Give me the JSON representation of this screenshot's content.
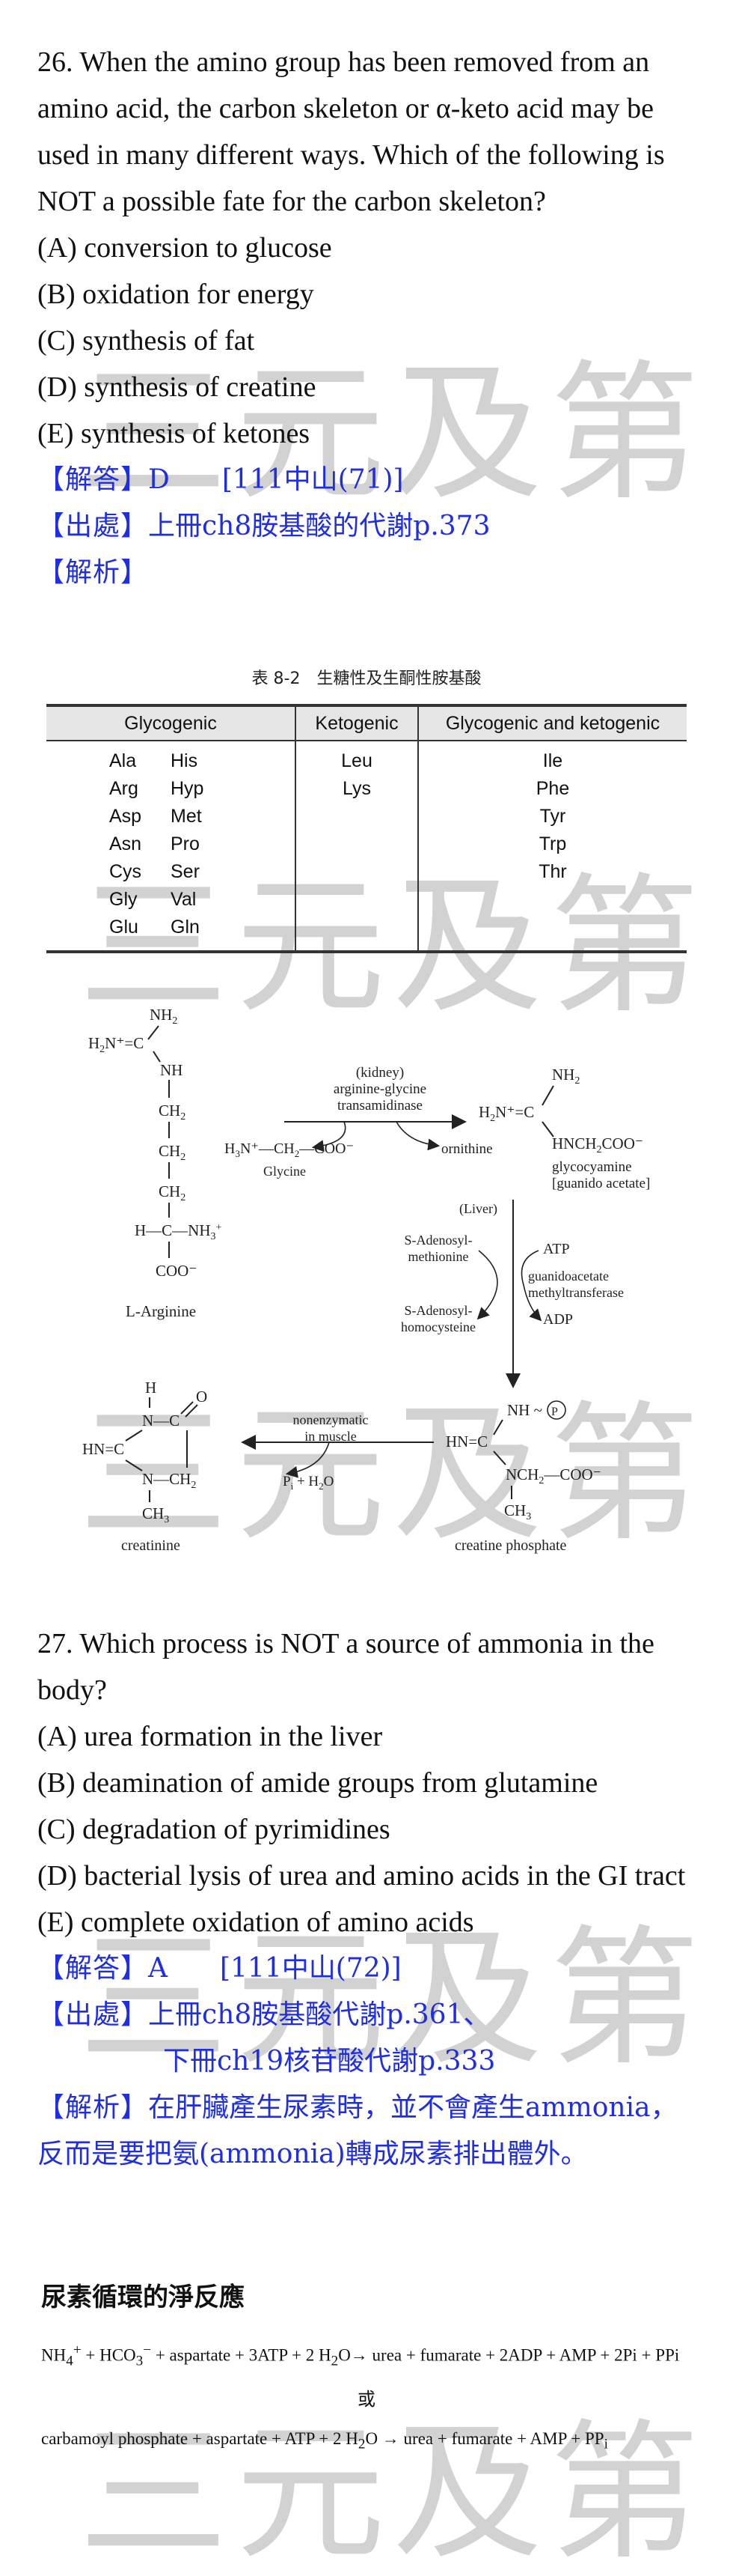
{
  "watermark": "三元及第",
  "q26": {
    "stem": "26. When the amino group has been removed from an amino acid, the carbon skeleton or α-keto acid may be used in many different ways. Which of the following is NOT a possible fate for the carbon skeleton?",
    "options": [
      "(A) conversion to glucose",
      "(B) oxidation for energy",
      "(C) synthesis of fat",
      "(D) synthesis of creatine",
      "(E) synthesis of ketones"
    ],
    "answer_tag": "【解答】",
    "answer": "D",
    "answer_ref": "[111中山(71)]",
    "source_tag": "【出處】",
    "source": "上冊ch8胺基酸的代謝p.373",
    "explain_tag": "【解析】"
  },
  "table": {
    "caption": "表 8-2　生糖性及生酮性胺基酸",
    "headers": [
      "Glycogenic",
      "Ketogenic",
      "Glycogenic and ketogenic"
    ],
    "glycogenic": [
      [
        "Ala",
        "His"
      ],
      [
        "Arg",
        "Hyp"
      ],
      [
        "Asp",
        "Met"
      ],
      [
        "Asn",
        "Pro"
      ],
      [
        "Cys",
        "Ser"
      ],
      [
        "Gly",
        "Val"
      ],
      [
        "Glu",
        "Gln"
      ]
    ],
    "ketogenic": [
      "Leu",
      "Lys"
    ],
    "both": [
      "Ile",
      "Phe",
      "Tyr",
      "Trp",
      "Thr"
    ]
  },
  "diagram": {
    "arginine": "L-Arginine",
    "enzyme1_site": "(kidney)",
    "enzyme1_a": "arginine-glycine",
    "enzyme1_b": "transamidinase",
    "glycine": "Glycine",
    "ornithine": "ornithine",
    "glycocyamine_a": "glycocyamine",
    "glycocyamine_b": "[guanido acetate]",
    "liver": "(Liver)",
    "sam_a": "S-Adenosyl-",
    "sam_b": "methionine",
    "sah_a": "S-Adenosyl-",
    "sah_b": "homocysteine",
    "atp": "ATP",
    "adp": "ADP",
    "enzyme2_a": "guanidoacetate",
    "enzyme2_b": "methyltransferase",
    "nonenz_a": "nonenzymatic",
    "nonenz_b": "in muscle",
    "creatine_phosphate": "creatine phosphate",
    "creatinine": "creatinine"
  },
  "q27": {
    "stem": "27. Which process is NOT a source of ammonia in the body?",
    "options": [
      "(A) urea formation in the liver",
      "(B) deamination of amide groups from glutamine",
      "(C) degradation of pyrimidines",
      "(D) bacterial lysis of urea and amino acids in the GI tract",
      "(E) complete oxidation of amino acids"
    ],
    "answer_tag": "【解答】",
    "answer": "A",
    "answer_ref": "[111中山(72)]",
    "source_tag": "【出處】",
    "source": "上冊ch8胺基酸代謝p.361、",
    "source2": "下冊ch19核苷酸代謝p.333",
    "explain_tag": "【解析】",
    "explain": "在肝臟產生尿素時，並不會產生ammonia，反而是要把氨(ammonia)轉成尿素排出體外。"
  },
  "urea": {
    "title": "尿素循環的淨反應",
    "or": "或"
  }
}
